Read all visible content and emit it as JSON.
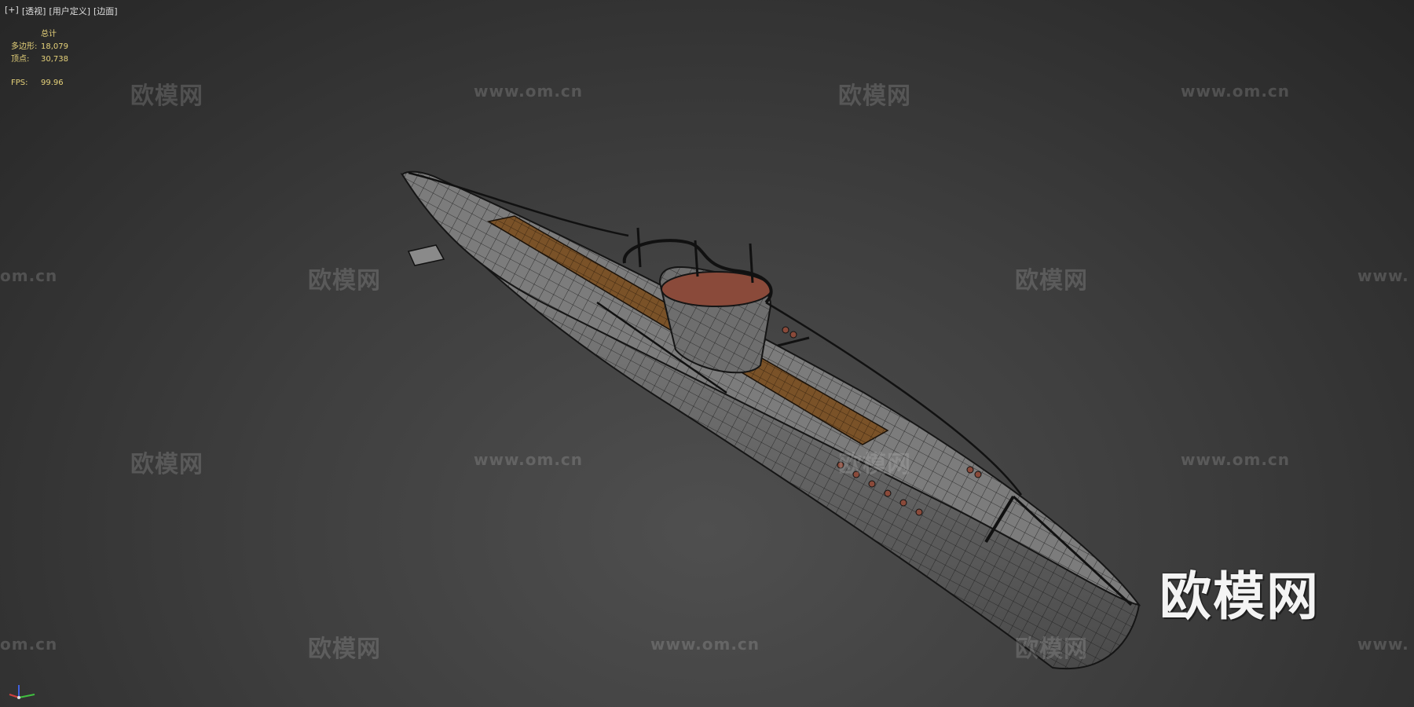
{
  "viewport": {
    "labels": [
      "[+]",
      "[透视]",
      "[用户定义]",
      "[边面]"
    ]
  },
  "stats": {
    "header": "总计",
    "polygons_label": "多边形:",
    "polygons_value": "18,079",
    "vertices_label": "顶点:",
    "vertices_value": "30,738",
    "fps_label": "FPS:",
    "fps_value": "99.96"
  },
  "watermark": {
    "cn": "欧模网",
    "url": "www.om.cn",
    "partial_left": "om.cn",
    "partial_right": "www.",
    "big": "欧模网"
  },
  "axis": {
    "x_color": "#d04040",
    "y_color": "#40c040",
    "z_color": "#4060e0"
  },
  "colors": {
    "deck": "#7a5228",
    "hull": "#6c6c6c",
    "stats_text": "#e6d27a"
  }
}
